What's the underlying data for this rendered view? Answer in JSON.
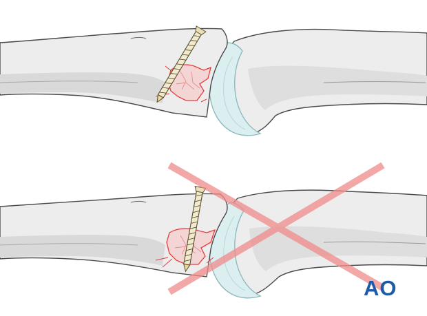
{
  "figure": {
    "panels": [
      {
        "name": "correct-screw-placement",
        "shows_cross": false
      },
      {
        "name": "incorrect-screw-placement",
        "shows_cross": true
      }
    ],
    "logo_text": "AO",
    "colors": {
      "bone_fill": "#ededed",
      "bone_shadow": "#d6d6d6",
      "bone_outline": "#4a4a4a",
      "cartilage_fill": "#dceff0",
      "cartilage_outline": "#8fb9bd",
      "fragment_fill": "#f4d5d5",
      "fracture_line": "#e63c3c",
      "screw_fill": "#f2ead0",
      "screw_outline": "#5a4f2a",
      "cross_color": "#f08b8b",
      "logo_color": "#1d5aa8"
    }
  }
}
